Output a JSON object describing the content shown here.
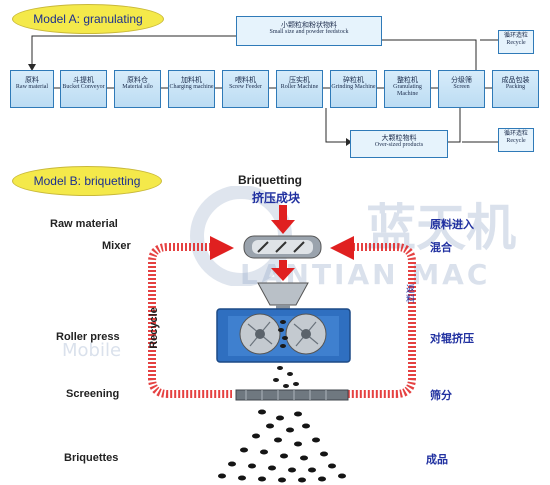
{
  "model_a": {
    "prefix": "Model A: ",
    "title": "granulating",
    "top_box": {
      "cn": "小颗粒和粉状物料",
      "en": "Small size and powder feedstock"
    },
    "mid_box": {
      "cn": "大颗粒物料",
      "en": "Over-sized products"
    },
    "recycle_top": {
      "cn": "循环造粒",
      "en": "Recycle"
    },
    "recycle_bottom": {
      "cn": "循环造粒",
      "en": "Recycle"
    },
    "steps": [
      {
        "cn": "原料",
        "en": "Raw material"
      },
      {
        "cn": "斗提机",
        "en": "Bucket Conveyor"
      },
      {
        "cn": "原料仓",
        "en": "Material silo"
      },
      {
        "cn": "加料机",
        "en": "Charging machine"
      },
      {
        "cn": "喂料机",
        "en": "Screw Feeder"
      },
      {
        "cn": "压实机",
        "en": "Roller Machine"
      },
      {
        "cn": "碎粒机",
        "en": "Grinding Machine"
      },
      {
        "cn": "整粒机",
        "en": "Granulating Machine"
      },
      {
        "cn": "分级筛",
        "en": "Screen"
      },
      {
        "cn": "成品包装",
        "en": "Packing"
      }
    ]
  },
  "model_b": {
    "prefix": "Model B: ",
    "title": "briquetting",
    "header_en": "Briquetting",
    "header_cn": "挤压成块",
    "left_labels": [
      "Raw material",
      "Mixer",
      "Roller press",
      "Screening",
      "Briquettes"
    ],
    "right_labels": [
      "原料进入",
      "混合",
      "对辊挤压",
      "筛分",
      "成品"
    ],
    "recycle_en": "Recycle",
    "recycle_cn": "返料"
  },
  "watermark": {
    "cn": "蓝天机",
    "en": "LANTIAN MAC",
    "mobile": "Mobile"
  },
  "colors": {
    "oval": "#f4e94a",
    "box_border": "#2f7ab8",
    "box_fill": "#cbe5f7",
    "red_arrow": "#e02020",
    "machine_blue": "#2f6fc0",
    "cn_label": "#2030a0"
  }
}
